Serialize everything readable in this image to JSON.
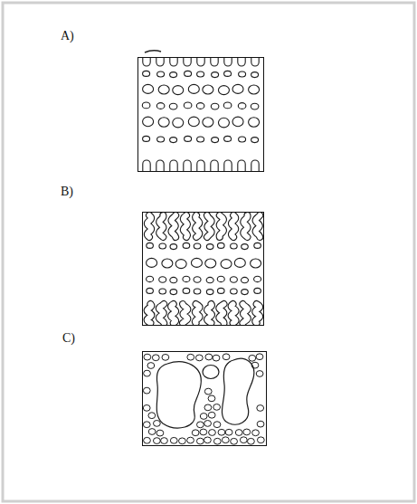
{
  "diagram": {
    "nodes": [
      {
        "text": [
          "A)"
        ]
      },
      {
        "text": [
          "B)"
        ]
      },
      {
        "text": [
          "C)"
        ]
      }
    ]
  }
}
